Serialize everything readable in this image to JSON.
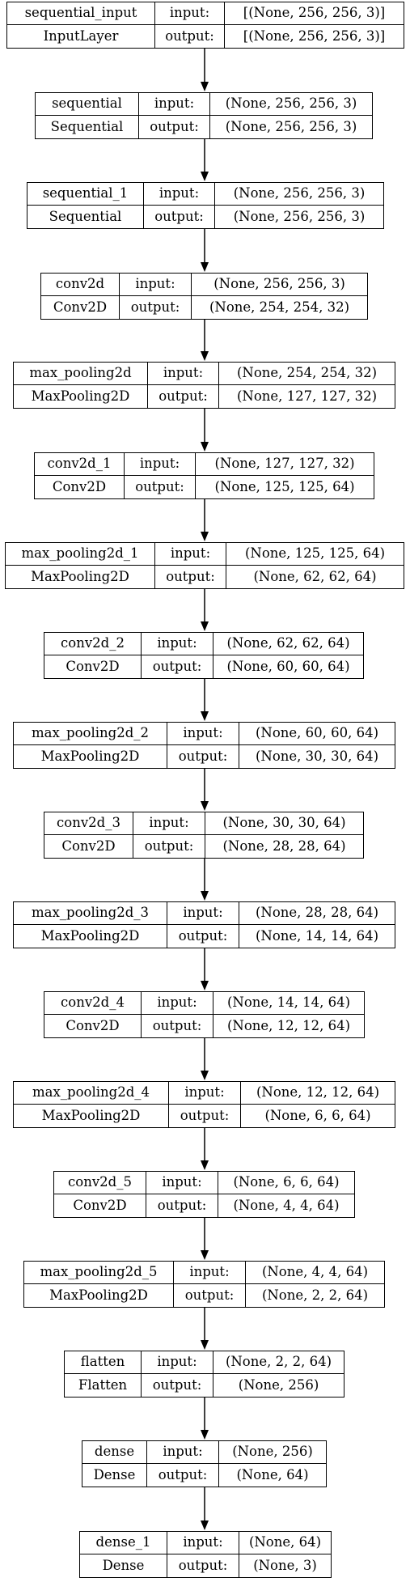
{
  "layers": [
    {
      "name": "sequential_input",
      "type": "InputLayer",
      "input_label": "input:",
      "output_label": "output:",
      "input_shape": "[(None, 256, 256, 3)]",
      "output_shape": "[(None, 256, 256, 3)]"
    },
    {
      "name": "sequential",
      "type": "Sequential",
      "input_label": "input:",
      "output_label": "output:",
      "input_shape": "(None, 256, 256, 3)",
      "output_shape": "(None, 256, 256, 3)"
    },
    {
      "name": "sequential_1",
      "type": "Sequential",
      "input_label": "input:",
      "output_label": "output:",
      "input_shape": "(None, 256, 256, 3)",
      "output_shape": "(None, 256, 256, 3)"
    },
    {
      "name": "conv2d",
      "type": "Conv2D",
      "input_label": "input:",
      "output_label": "output:",
      "input_shape": "(None, 256, 256, 3)",
      "output_shape": "(None, 254, 254, 32)"
    },
    {
      "name": "max_pooling2d",
      "type": "MaxPooling2D",
      "input_label": "input:",
      "output_label": "output:",
      "input_shape": "(None, 254, 254, 32)",
      "output_shape": "(None, 127, 127, 32)"
    },
    {
      "name": "conv2d_1",
      "type": "Conv2D",
      "input_label": "input:",
      "output_label": "output:",
      "input_shape": "(None, 127, 127, 32)",
      "output_shape": "(None, 125, 125, 64)"
    },
    {
      "name": "max_pooling2d_1",
      "type": "MaxPooling2D",
      "input_label": "input:",
      "output_label": "output:",
      "input_shape": "(None, 125, 125, 64)",
      "output_shape": "(None, 62, 62, 64)"
    },
    {
      "name": "conv2d_2",
      "type": "Conv2D",
      "input_label": "input:",
      "output_label": "output:",
      "input_shape": "(None, 62, 62, 64)",
      "output_shape": "(None, 60, 60, 64)"
    },
    {
      "name": "max_pooling2d_2",
      "type": "MaxPooling2D",
      "input_label": "input:",
      "output_label": "output:",
      "input_shape": "(None, 60, 60, 64)",
      "output_shape": "(None, 30, 30, 64)"
    },
    {
      "name": "conv2d_3",
      "type": "Conv2D",
      "input_label": "input:",
      "output_label": "output:",
      "input_shape": "(None, 30, 30, 64)",
      "output_shape": "(None, 28, 28, 64)"
    },
    {
      "name": "max_pooling2d_3",
      "type": "MaxPooling2D",
      "input_label": "input:",
      "output_label": "output:",
      "input_shape": "(None, 28, 28, 64)",
      "output_shape": "(None, 14, 14, 64)"
    },
    {
      "name": "conv2d_4",
      "type": "Conv2D",
      "input_label": "input:",
      "output_label": "output:",
      "input_shape": "(None, 14, 14, 64)",
      "output_shape": "(None, 12, 12, 64)"
    },
    {
      "name": "max_pooling2d_4",
      "type": "MaxPooling2D",
      "input_label": "input:",
      "output_label": "output:",
      "input_shape": "(None, 12, 12, 64)",
      "output_shape": "(None, 6, 6, 64)"
    },
    {
      "name": "conv2d_5",
      "type": "Conv2D",
      "input_label": "input:",
      "output_label": "output:",
      "input_shape": "(None, 6, 6, 64)",
      "output_shape": "(None, 4, 4, 64)"
    },
    {
      "name": "max_pooling2d_5",
      "type": "MaxPooling2D",
      "input_label": "input:",
      "output_label": "output:",
      "input_shape": "(None, 4, 4, 64)",
      "output_shape": "(None, 2, 2, 64)"
    },
    {
      "name": "flatten",
      "type": "Flatten",
      "input_label": "input:",
      "output_label": "output:",
      "input_shape": "(None, 2, 2, 64)",
      "output_shape": "(None, 256)"
    },
    {
      "name": "dense",
      "type": "Dense",
      "input_label": "input:",
      "output_label": "output:",
      "input_shape": "(None, 256)",
      "output_shape": "(None, 64)"
    },
    {
      "name": "dense_1",
      "type": "Dense",
      "input_label": "input:",
      "output_label": "output:",
      "input_shape": "(None, 64)",
      "output_shape": "(None, 3)"
    }
  ],
  "colors": {
    "stroke": "#000000",
    "background": "#ffffff",
    "text": "#000000"
  }
}
